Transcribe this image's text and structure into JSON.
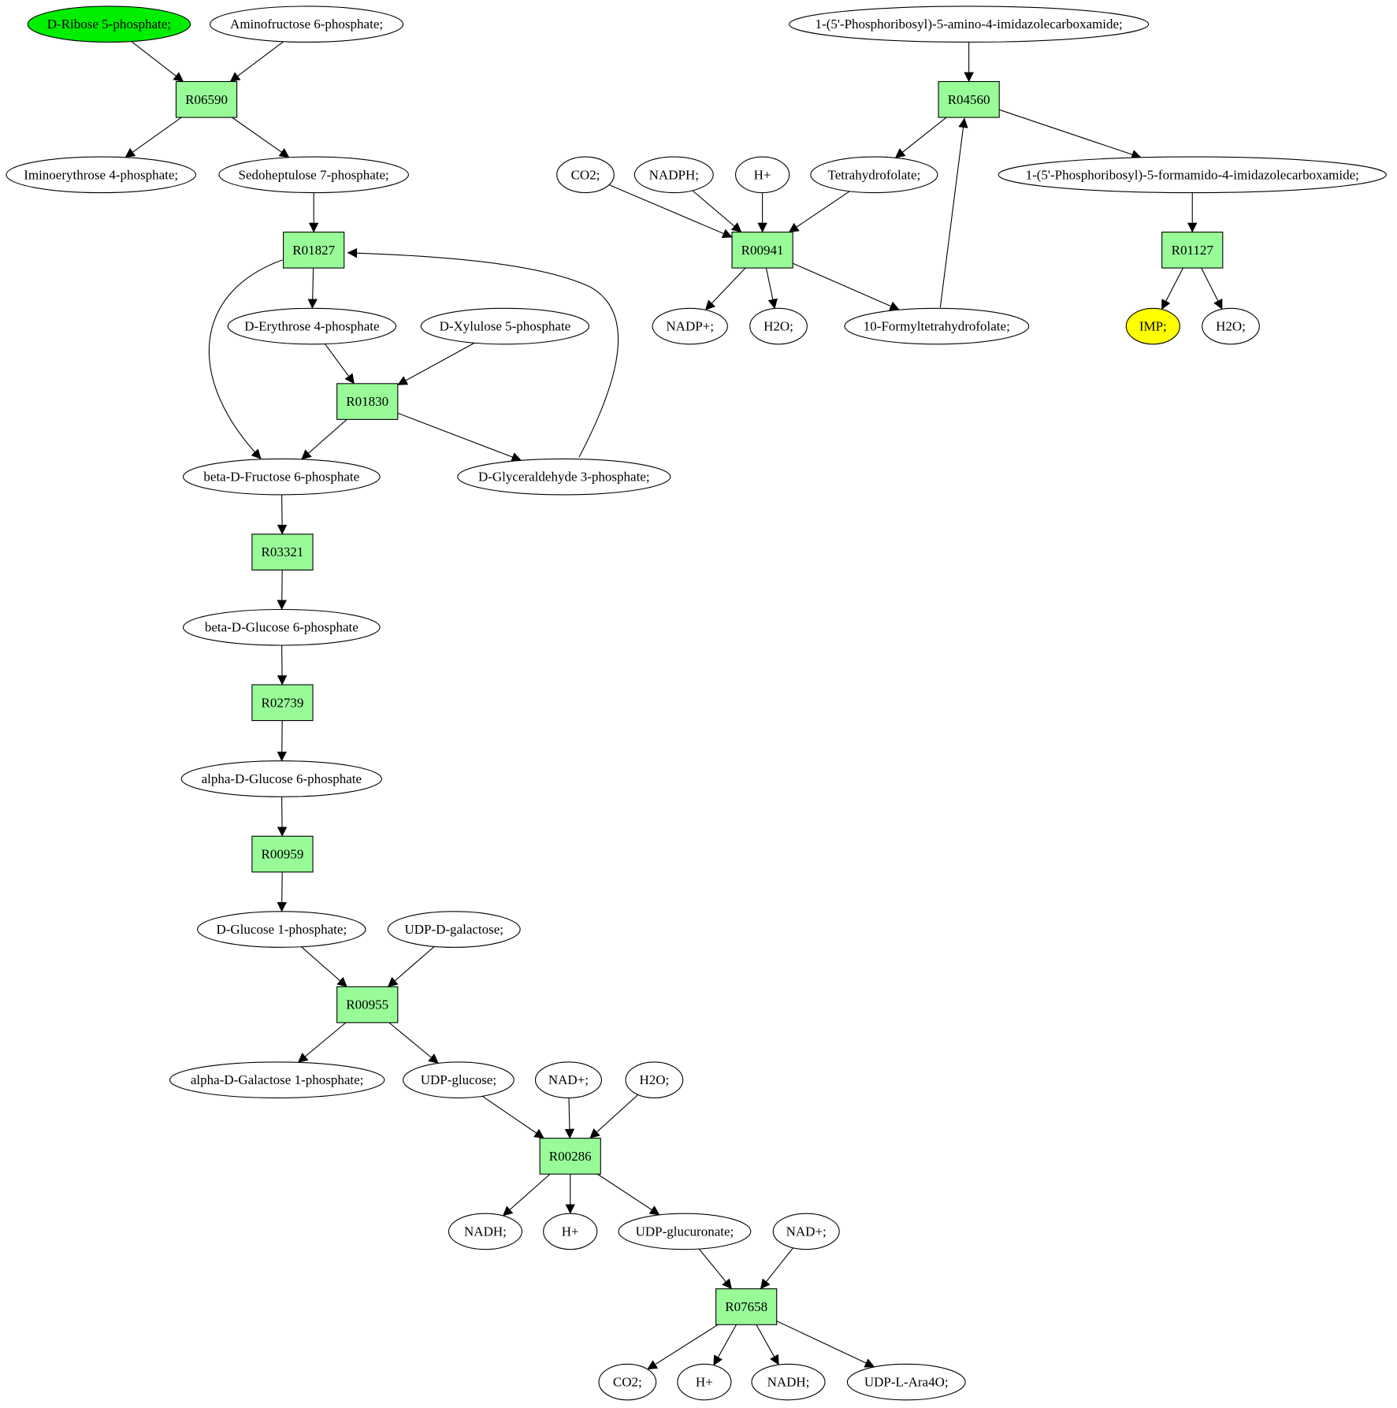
{
  "colors": {
    "reaction_fill": "#98fb98",
    "start_fill": "#00ee00",
    "target_fill": "#ffff00",
    "default_fill": "#ffffff",
    "stroke": "#000000"
  },
  "reactions": [
    {
      "id": "r06590",
      "label": "R06590"
    },
    {
      "id": "r01827",
      "label": "R01827"
    },
    {
      "id": "r01830",
      "label": "R01830"
    },
    {
      "id": "r03321",
      "label": "R03321"
    },
    {
      "id": "r02739",
      "label": "R02739"
    },
    {
      "id": "r00959",
      "label": "R00959"
    },
    {
      "id": "r00955",
      "label": "R00955"
    },
    {
      "id": "r00286",
      "label": "R00286"
    },
    {
      "id": "r07658",
      "label": "R07658"
    },
    {
      "id": "r04560",
      "label": "R04560"
    },
    {
      "id": "r00941",
      "label": "R00941"
    },
    {
      "id": "r01127",
      "label": "R01127"
    }
  ],
  "metabolites": [
    {
      "id": "m_ribose5p",
      "label": "D-Ribose 5-phosphate;",
      "role": "start"
    },
    {
      "id": "m_aminofructose6p",
      "label": "Aminofructose 6-phosphate;"
    },
    {
      "id": "m_iminoerythrose4p",
      "label": "Iminoerythrose 4-phosphate;"
    },
    {
      "id": "m_sedoheptulose7p",
      "label": "Sedoheptulose 7-phosphate;"
    },
    {
      "id": "m_erythrose4p",
      "label": "D-Erythrose 4-phosphate"
    },
    {
      "id": "m_xylulose5p",
      "label": "D-Xylulose 5-phosphate"
    },
    {
      "id": "m_fructose6p",
      "label": "beta-D-Fructose 6-phosphate"
    },
    {
      "id": "m_glyceraldehyde3p",
      "label": "D-Glyceraldehyde 3-phosphate;"
    },
    {
      "id": "m_bglucose6p",
      "label": "beta-D-Glucose 6-phosphate"
    },
    {
      "id": "m_aglucose6p",
      "label": "alpha-D-Glucose 6-phosphate"
    },
    {
      "id": "m_glucose1p",
      "label": "D-Glucose 1-phosphate;"
    },
    {
      "id": "m_udpgalactose",
      "label": "UDP-D-galactose;"
    },
    {
      "id": "m_galactose1p",
      "label": "alpha-D-Galactose 1-phosphate;"
    },
    {
      "id": "m_udpglucose",
      "label": "UDP-glucose;"
    },
    {
      "id": "m_nadplus1",
      "label": "NAD+;"
    },
    {
      "id": "m_h2o1",
      "label": "H2O;"
    },
    {
      "id": "m_nadh1",
      "label": "NADH;"
    },
    {
      "id": "m_hplus1",
      "label": "H+"
    },
    {
      "id": "m_udpglucuronate",
      "label": "UDP-glucuronate;"
    },
    {
      "id": "m_nadplus2",
      "label": "NAD+;"
    },
    {
      "id": "m_co2a",
      "label": "CO2;"
    },
    {
      "id": "m_hplus2",
      "label": "H+"
    },
    {
      "id": "m_nadh2",
      "label": "NADH;"
    },
    {
      "id": "m_udpara4o",
      "label": "UDP-L-Ara4O;"
    },
    {
      "id": "m_aicar",
      "label": "1-(5'-Phosphoribosyl)-5-amino-4-imidazolecarboxamide;"
    },
    {
      "id": "m_co2b",
      "label": "CO2;"
    },
    {
      "id": "m_nadph",
      "label": "NADPH;"
    },
    {
      "id": "m_hplus3",
      "label": "H+"
    },
    {
      "id": "m_thf",
      "label": "Tetrahydrofolate;"
    },
    {
      "id": "m_faicar",
      "label": "1-(5'-Phosphoribosyl)-5-formamido-4-imidazolecarboxamide;"
    },
    {
      "id": "m_nadpplus",
      "label": "NADP+;"
    },
    {
      "id": "m_h2o2",
      "label": "H2O;"
    },
    {
      "id": "m_formylthf",
      "label": "10-Formyltetrahydrofolate;"
    },
    {
      "id": "m_imp",
      "label": "IMP;",
      "role": "target"
    },
    {
      "id": "m_h2o3",
      "label": "H2O;"
    }
  ],
  "edges": [
    {
      "from": "m_ribose5p",
      "to": "r06590"
    },
    {
      "from": "m_aminofructose6p",
      "to": "r06590"
    },
    {
      "from": "r06590",
      "to": "m_iminoerythrose4p"
    },
    {
      "from": "r06590",
      "to": "m_sedoheptulose7p"
    },
    {
      "from": "m_sedoheptulose7p",
      "to": "r01827"
    },
    {
      "from": "r01827",
      "to": "m_erythrose4p"
    },
    {
      "from": "r01827",
      "to": "m_fructose6p"
    },
    {
      "from": "m_glyceraldehyde3p",
      "to": "r01827"
    },
    {
      "from": "m_erythrose4p",
      "to": "r01830"
    },
    {
      "from": "m_xylulose5p",
      "to": "r01830"
    },
    {
      "from": "r01830",
      "to": "m_fructose6p"
    },
    {
      "from": "r01830",
      "to": "m_glyceraldehyde3p"
    },
    {
      "from": "m_fructose6p",
      "to": "r03321"
    },
    {
      "from": "r03321",
      "to": "m_bglucose6p"
    },
    {
      "from": "m_bglucose6p",
      "to": "r02739"
    },
    {
      "from": "r02739",
      "to": "m_aglucose6p"
    },
    {
      "from": "m_aglucose6p",
      "to": "r00959"
    },
    {
      "from": "r00959",
      "to": "m_glucose1p"
    },
    {
      "from": "m_glucose1p",
      "to": "r00955"
    },
    {
      "from": "m_udpgalactose",
      "to": "r00955"
    },
    {
      "from": "r00955",
      "to": "m_galactose1p"
    },
    {
      "from": "r00955",
      "to": "m_udpglucose"
    },
    {
      "from": "m_udpglucose",
      "to": "r00286"
    },
    {
      "from": "m_nadplus1",
      "to": "r00286"
    },
    {
      "from": "m_h2o1",
      "to": "r00286"
    },
    {
      "from": "r00286",
      "to": "m_nadh1"
    },
    {
      "from": "r00286",
      "to": "m_hplus1"
    },
    {
      "from": "r00286",
      "to": "m_udpglucuronate"
    },
    {
      "from": "m_udpglucuronate",
      "to": "r07658"
    },
    {
      "from": "m_nadplus2",
      "to": "r07658"
    },
    {
      "from": "r07658",
      "to": "m_co2a"
    },
    {
      "from": "r07658",
      "to": "m_hplus2"
    },
    {
      "from": "r07658",
      "to": "m_nadh2"
    },
    {
      "from": "r07658",
      "to": "m_udpara4o"
    },
    {
      "from": "m_aicar",
      "to": "r04560"
    },
    {
      "from": "r04560",
      "to": "m_thf"
    },
    {
      "from": "r04560",
      "to": "m_faicar"
    },
    {
      "from": "m_formylthf",
      "to": "r04560"
    },
    {
      "from": "m_co2b",
      "to": "r00941"
    },
    {
      "from": "m_nadph",
      "to": "r00941"
    },
    {
      "from": "m_hplus3",
      "to": "r00941"
    },
    {
      "from": "m_thf",
      "to": "r00941"
    },
    {
      "from": "r00941",
      "to": "m_nadpplus"
    },
    {
      "from": "r00941",
      "to": "m_h2o2"
    },
    {
      "from": "r00941",
      "to": "m_formylthf"
    },
    {
      "from": "m_faicar",
      "to": "r01127"
    },
    {
      "from": "r01127",
      "to": "m_imp"
    },
    {
      "from": "r01127",
      "to": "m_h2o3"
    }
  ]
}
